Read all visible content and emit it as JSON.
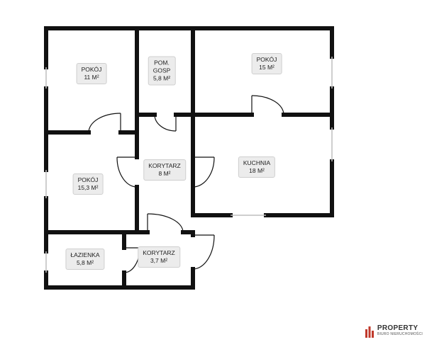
{
  "rooms": [
    {
      "id": "pokoj-1",
      "name": "POKÓJ",
      "area": "11 M²"
    },
    {
      "id": "pom-gosp",
      "name": "POM.\nGOSP",
      "area": "5,8 M²"
    },
    {
      "id": "pokoj-2",
      "name": "POKÓJ",
      "area": "15 M²"
    },
    {
      "id": "korytarz-1",
      "name": "KORYTARZ",
      "area": "8 M²"
    },
    {
      "id": "kuchnia",
      "name": "KUCHNIA",
      "area": "18 M²"
    },
    {
      "id": "pokoj-3",
      "name": "POKÓJ",
      "area": "15,3 M²"
    },
    {
      "id": "lazienka",
      "name": "ŁAZIENKA",
      "area": "5,8 M²"
    },
    {
      "id": "korytarz-2",
      "name": "KORYTARZ",
      "area": "3,7 M²"
    }
  ],
  "logo": {
    "brand": "PROPERTY",
    "tagline": "BIURO NIERUCHOMOŚCI",
    "accent": "#c0392b"
  },
  "colors": {
    "wall": "#111111",
    "window": "#bdbdbd",
    "door": "#111111"
  }
}
